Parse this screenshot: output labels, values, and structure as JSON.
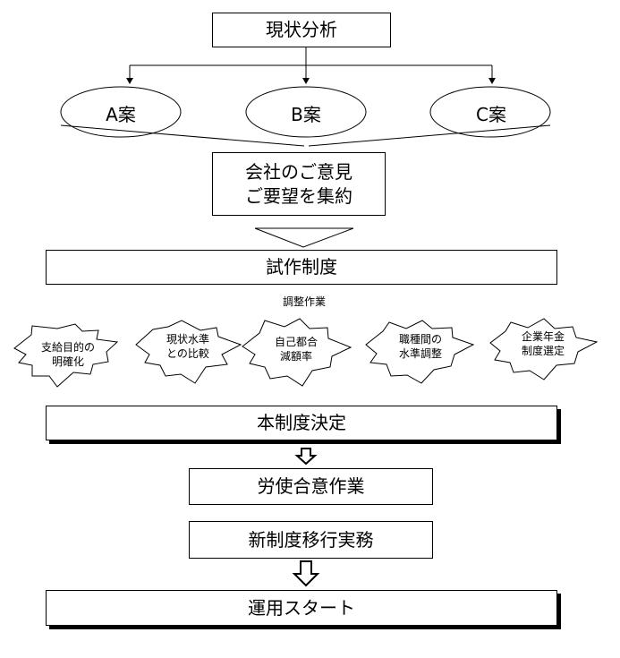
{
  "analysis": "現状分析",
  "proposals": [
    "A案",
    "B案",
    "C案"
  ],
  "summary": "会社のご意見\nご要望を集約",
  "trial": "試作制度",
  "adjustment_heading": "調整作業",
  "adjustment_tasks": [
    "支給目的の\n明確化",
    "現状水準\nとの比較",
    "自己都合\n減額率",
    "職種間の\n水準調整",
    "企業年金\n制度選定"
  ],
  "final_decision": "本制度決定",
  "labor_management": "労使合意作業",
  "transition": "新制度移行実務",
  "start": "運用スタート"
}
